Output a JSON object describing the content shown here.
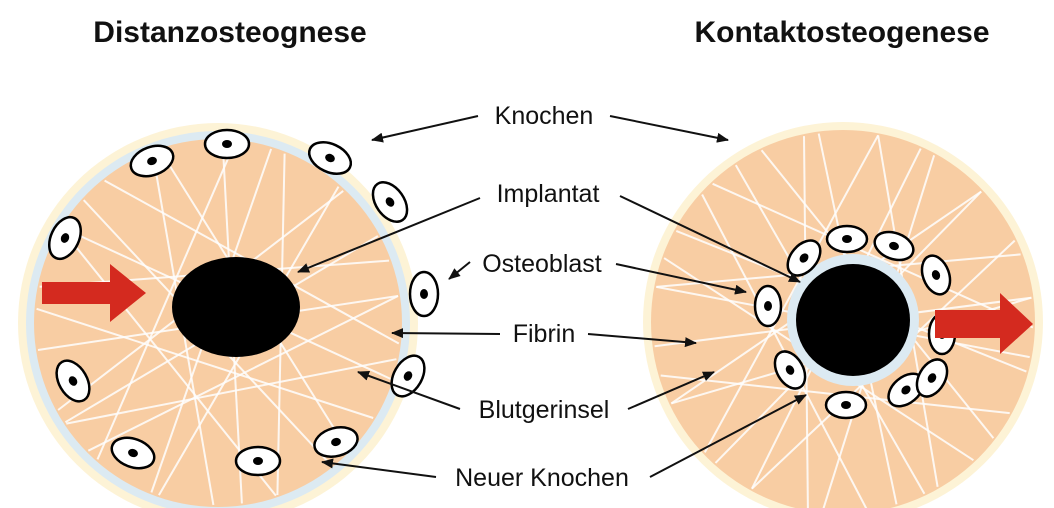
{
  "titles": {
    "left": "Distanzosteognese",
    "right": "Kontaktosteogenese"
  },
  "labels": {
    "knochen": "Knochen",
    "implantat": "Implantat",
    "osteoblast": "Osteoblast",
    "fibrin": "Fibrin",
    "blutgerinsel": "Blutgerinsel",
    "neuer_knochen": "Neuer Knochen"
  },
  "colors": {
    "bone_outer": "#fdf3d6",
    "bone_fill": "#f8cda3",
    "new_bone_layer": "#dceaf2",
    "fibrin_lines": "#ffffff",
    "implant": "#000000",
    "arrow_red": "#d42a1f",
    "label_arrows": "#111111"
  },
  "icons": {
    "osteoblast_cell": "osteoblast-cell-icon",
    "direction_arrow": "red-arrow-icon"
  }
}
